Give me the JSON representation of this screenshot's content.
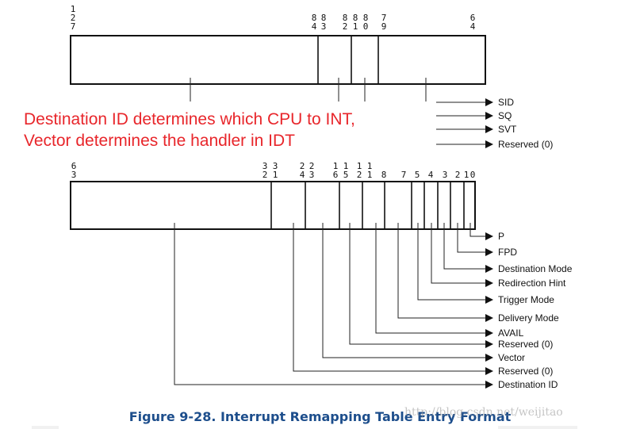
{
  "top_register": {
    "bit_labels": [
      {
        "digits": [
          "1",
          "2",
          "7"
        ]
      },
      {
        "digits": [
          "8",
          "4"
        ]
      },
      {
        "digits": [
          "8",
          "3"
        ]
      },
      {
        "digits": [
          "8",
          "2"
        ]
      },
      {
        "digits": [
          "8",
          "1"
        ]
      },
      {
        "digits": [
          "8",
          "0"
        ]
      },
      {
        "digits": [
          "7",
          "9"
        ]
      },
      {
        "digits": [
          "6",
          "4"
        ]
      }
    ],
    "fields": [
      "SID",
      "SQ",
      "SVT",
      "Reserved (0)"
    ]
  },
  "annotation": {
    "line1": "Destination ID determines which CPU to INT,",
    "line2": "Vector determines the handler in IDT",
    "color": "#e8262b"
  },
  "bottom_register": {
    "bit_labels": [
      {
        "digits": [
          "6",
          "3"
        ]
      },
      {
        "digits": [
          "3",
          "2"
        ]
      },
      {
        "digits": [
          "3",
          "1"
        ]
      },
      {
        "digits": [
          "2",
          "4"
        ]
      },
      {
        "digits": [
          "2",
          "3"
        ]
      },
      {
        "digits": [
          "1",
          "6"
        ]
      },
      {
        "digits": [
          "1",
          "5"
        ]
      },
      {
        "digits": [
          "1",
          "2"
        ]
      },
      {
        "digits": [
          "1",
          "1"
        ]
      },
      {
        "digits": [
          "8"
        ]
      },
      {
        "digits": [
          "7"
        ]
      },
      {
        "digits": [
          "5"
        ]
      },
      {
        "digits": [
          "4"
        ]
      },
      {
        "digits": [
          "3"
        ]
      },
      {
        "digits": [
          "2"
        ]
      },
      {
        "digits": [
          "1"
        ]
      },
      {
        "digits": [
          "0"
        ]
      }
    ],
    "fields": [
      "P",
      "FPD",
      "Destination Mode",
      "Redirection Hint",
      "Trigger Mode",
      "Delivery Mode",
      "AVAIL",
      "Reserved (0)",
      "Vector",
      "Reserved (0)",
      "Destination ID"
    ]
  },
  "caption": "Figure 9-28.  Interrupt Remapping Table Entry Format",
  "watermark": "http://blog.csdn.net/weijitao"
}
